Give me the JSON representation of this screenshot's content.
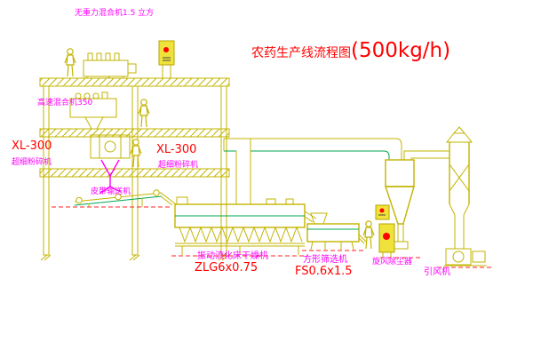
{
  "title": {
    "name": "农药生产线流程图",
    "capacity": "(500kg/h)"
  },
  "labels": {
    "top_mixer": "无重力混合机1.5 立方",
    "high_speed_mixer": "高速混合机350",
    "xl300_left_model": "XL-300",
    "xl300_left_name": "超细粉碎机",
    "xl300_center_model": "XL-300",
    "xl300_center_name": "超细粉碎机",
    "conveyor": "皮带输送机",
    "dryer_name": "振动流化床干燥机",
    "dryer_model": "ZLG6x0.75",
    "sieve_name": "方形筛选机",
    "sieve_model": "FS0.6x1.5",
    "cyclone": "旋风除尘器",
    "fan": "引风机"
  },
  "colors": {
    "line_yellow": "#C3B400",
    "accent_green": "#00A651",
    "text_red": "#FF0000",
    "text_magenta": "#FF00FF",
    "panel_yellow": "#EFE23A",
    "background": "#FFFFFF"
  }
}
